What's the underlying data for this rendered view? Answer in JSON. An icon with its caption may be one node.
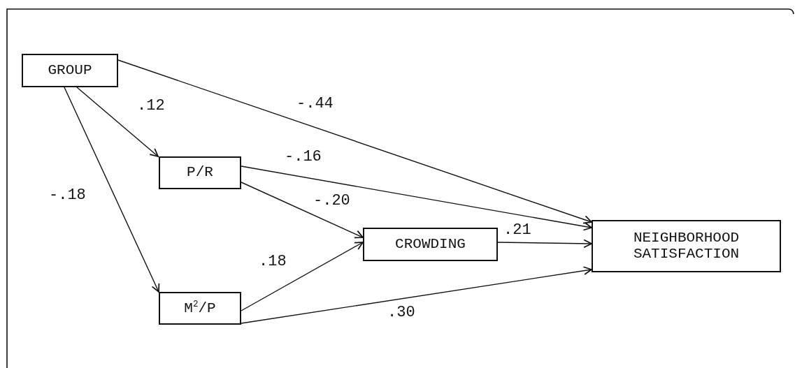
{
  "diagram": {
    "nodes": [
      {
        "text": [
          "GROUP"
        ]
      },
      {
        "text": [
          "P/R"
        ]
      },
      {
        "text": [
          "M$^{2}$/P"
        ]
      },
      {
        "text": [
          "CROWDING"
        ]
      },
      {
        "text": [
          "NEIGHBORHOOD SATISFACTION"
        ]
      }
    ],
    "edges": [
      {
        "from": 0,
        "to": 4,
        "arrow": "to",
        "label": "-.44"
      },
      {
        "from": 0,
        "to": 1,
        "arrow": "to",
        "label": ".12"
      },
      {
        "from": 0,
        "to": 2,
        "arrow": "to",
        "label": "-.18"
      },
      {
        "from": 1,
        "to": 4,
        "arrow": "to",
        "label": "-.16"
      },
      {
        "from": 1,
        "to": 3,
        "arrow": "to",
        "label": "-.20"
      },
      {
        "from": 2,
        "to": 3,
        "arrow": "to",
        "label": ".18"
      },
      {
        "from": 3,
        "to": 4,
        "arrow": "to",
        "label": ".21"
      },
      {
        "from": 2,
        "to": 4,
        "arrow": "to",
        "label": ".30"
      }
    ]
  }
}
